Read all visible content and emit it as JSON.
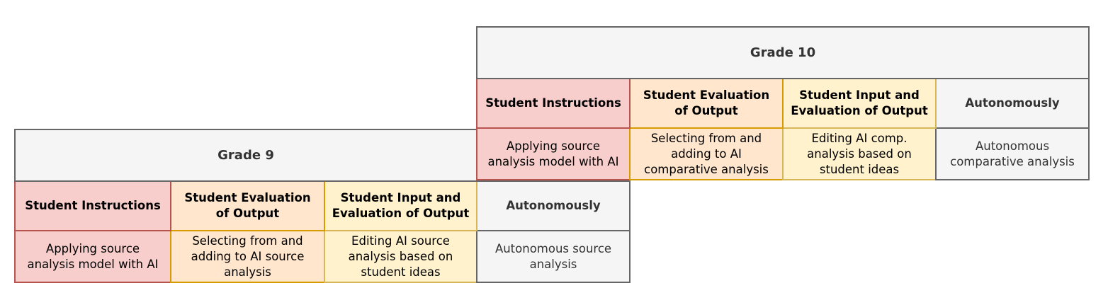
{
  "diagram": {
    "grade10": {
      "title": "Grade 10",
      "headers": [
        "Student Instructions",
        "Student Evaluation\nof Output",
        "Student Input and\nEvaluation of Output",
        "Autonomously"
      ],
      "cells": [
        "Applying source\nanalysis model with AI",
        "Selecting from and\nadding to AI\ncomparative analysis",
        "Editing AI comp.\nanalysis based on\nstudent ideas",
        "Autonomous\ncomparative analysis"
      ]
    },
    "grade9": {
      "title": "Grade 9",
      "headers": [
        "Student Instructions",
        "Student Evaluation\nof Output",
        "Student Input and\nEvaluation of Output",
        "Autonomously"
      ],
      "cells": [
        "Applying source\nanalysis model with AI",
        "Selecting from and\nadding to AI source\nanalysis",
        "Editing AI source\nanalysis based on\nstudent ideas",
        "Autonomous source\nanalysis"
      ]
    },
    "colors": {
      "student_instructions_fill": "#f8cecc",
      "student_instructions_border": "#b85450",
      "student_evaluation_fill": "#ffe6cc",
      "student_evaluation_border": "#d79b00",
      "student_input_fill": "#fff2cc",
      "student_input_border": "#d6b656",
      "autonomously_fill": "#f5f5f5",
      "autonomously_border": "#666666",
      "title_text": "#333333"
    }
  }
}
